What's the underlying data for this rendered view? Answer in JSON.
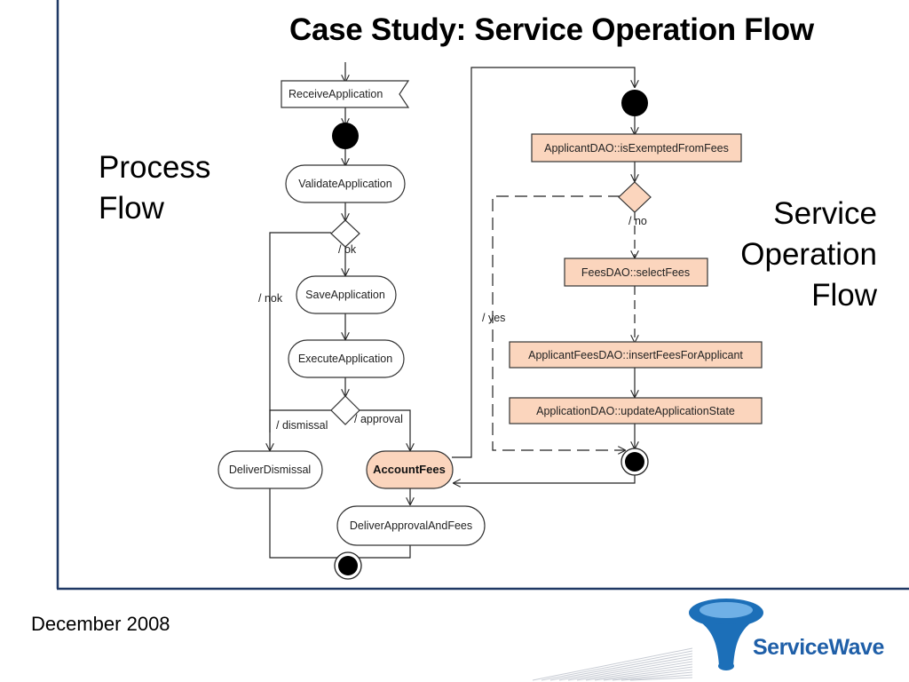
{
  "slide": {
    "title": "Case Study: Service Operation Flow",
    "process_label_line1": "Process",
    "process_label_line2": "Flow",
    "service_label_line1": "Service",
    "service_label_line2": "Operation",
    "service_label_line3": "Flow",
    "footer_date": "December 2008",
    "brand": "ServiceWave"
  },
  "process_flow": {
    "receive_signal": "ReceiveApplication",
    "validate": "ValidateApplication",
    "save": "SaveApplication",
    "execute": "ExecuteApplication",
    "deliver_dismissal": "DeliverDismissal",
    "account_fees": "AccountFees",
    "deliver_approval": "DeliverApprovalAndFees",
    "guard_ok": "/ ok",
    "guard_nok": "/ nok",
    "guard_dismissal": "/ dismissal",
    "guard_approval": "/ approval"
  },
  "service_flow": {
    "is_exempted": "ApplicantDAO::isExemptedFromFees",
    "select_fees": "FeesDAO::selectFees",
    "insert_fees": "ApplicantFeesDAO::insertFeesForApplicant",
    "update_state": "ApplicationDAO::updateApplicationState",
    "guard_no": "/ no",
    "guard_yes": "/ yes"
  },
  "colors": {
    "orange_fill": "#fbd5bd",
    "frame_line": "#1f3864",
    "brand_blue": "#1f5fa8"
  }
}
